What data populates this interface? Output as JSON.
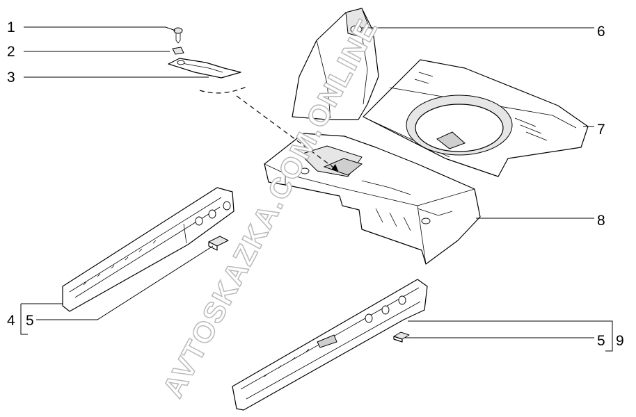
{
  "callouts": {
    "c1": "1",
    "c2": "2",
    "c3": "3",
    "c4": "4",
    "c5a": "5",
    "c6": "6",
    "c7": "7",
    "c8": "8",
    "c5b": "5",
    "c9": "9"
  },
  "watermark": "AVTOSKAZKA.COM.ONLINE",
  "colors": {
    "line": "#000000",
    "background": "#ffffff",
    "watermark_outline": "#b9b9b9"
  }
}
